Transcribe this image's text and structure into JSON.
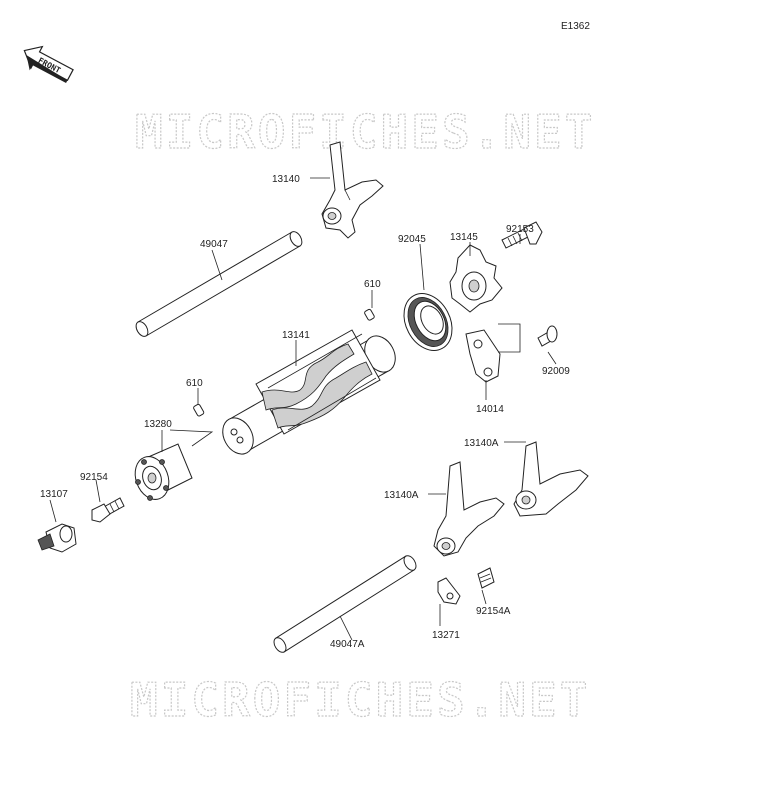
{
  "diagram_code": "E1362",
  "front_label": "FRONT",
  "watermark": "MICROFICHES.NET",
  "parts": [
    {
      "id": "13140",
      "label": "13140"
    },
    {
      "id": "49047",
      "label": "49047"
    },
    {
      "id": "13145",
      "label": "13145"
    },
    {
      "id": "92153",
      "label": "92153"
    },
    {
      "id": "610a",
      "label": "610"
    },
    {
      "id": "92045",
      "label": "92045"
    },
    {
      "id": "13141",
      "label": "13141"
    },
    {
      "id": "92009",
      "label": "92009"
    },
    {
      "id": "14014",
      "label": "14014"
    },
    {
      "id": "610b",
      "label": "610"
    },
    {
      "id": "13280",
      "label": "13280"
    },
    {
      "id": "13140A_top",
      "label": "13140A"
    },
    {
      "id": "13140A_mid",
      "label": "13140A"
    },
    {
      "id": "92154",
      "label": "92154"
    },
    {
      "id": "13107",
      "label": "13107"
    },
    {
      "id": "13271",
      "label": "13271"
    },
    {
      "id": "92154A",
      "label": "92154A"
    },
    {
      "id": "49047A",
      "label": "49047A"
    }
  ]
}
